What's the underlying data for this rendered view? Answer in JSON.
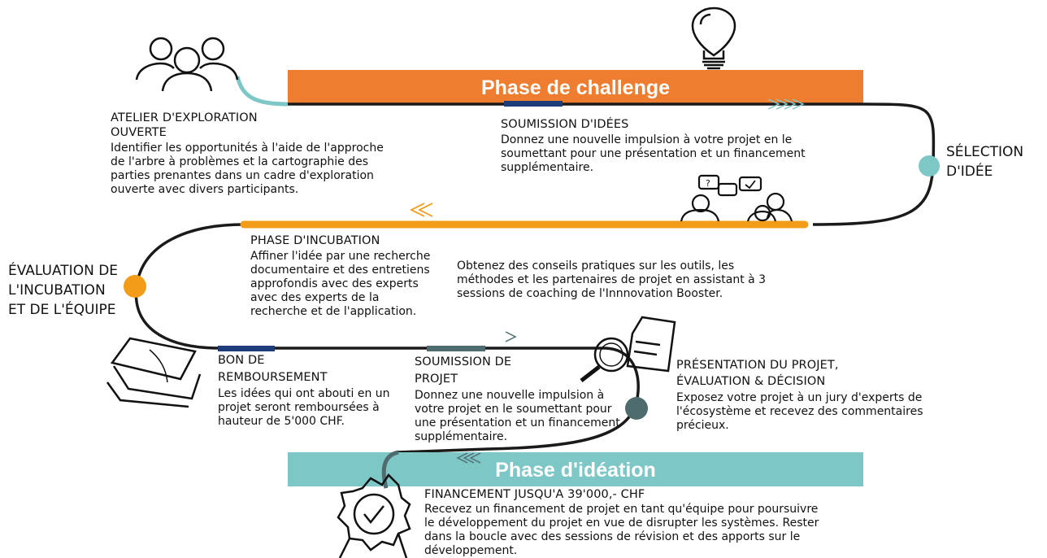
{
  "colors": {
    "orange": "#EE7D30",
    "orange_track": "#F29C1A",
    "teal": "#7EC7C7",
    "navy": "#1F3C7A",
    "slate": "#4E6B6E",
    "path": "#1A1A1A"
  },
  "bands": {
    "challenge": "Phase de challenge",
    "ideation": "Phase d'idéation"
  },
  "steps": {
    "atelier": {
      "title1": "ATELIER D'EXPLORATION",
      "title2": "OUVERTE",
      "body": [
        "Identifier les opportunités à l'aide de l'approche",
        "de l'arbre à problèmes et la cartographie des",
        "parties prenantes dans un cadre d'exploration",
        "ouverte avec divers participants."
      ]
    },
    "soumission_idees": {
      "title": "SOUMISSION D'IDÉES",
      "body": [
        "Donnez une nouvelle impulsion à votre projet en le",
        "soumettant pour une présentation et un financement",
        "supplémentaire."
      ]
    },
    "selection": {
      "line1": "SÉLECTION",
      "line2": "D'IDÉE"
    },
    "incubation": {
      "title": "PHASE D'INCUBATION",
      "body": [
        "Affiner l'idée par une recherche",
        "documentaire et des entretiens",
        "approfondis avec des experts",
        "avec des experts de la",
        "recherche et de l'application."
      ]
    },
    "coaching": {
      "body": [
        "Obtenez des conseils pratiques sur les outils, les",
        "méthodes et les partenaires de projet en assistant à 3",
        "sessions de coaching de l'Innnovation Booster."
      ]
    },
    "evaluation": {
      "line1": "ÉVALUATION DE",
      "line2": "L'INCUBATION",
      "line3": "ET DE L'ÉQUIPE"
    },
    "remboursement": {
      "title1": "BON DE",
      "title2": "REMBOURSEMENT",
      "body": [
        "Les idées qui ont abouti en un",
        "projet seront remboursées à",
        "hauteur de 5'000 CHF."
      ]
    },
    "soumission_projet": {
      "title1": "SOUMISSION DE",
      "title2": "PROJET",
      "body": [
        "Donnez une nouvelle impulsion à",
        "votre projet en le soumettant pour",
        "une présentation et un financement",
        "supplémentaire."
      ]
    },
    "presentation": {
      "title1": "PRÉSENTATION DU PROJET,",
      "title2": "ÉVALUATION & DÉCISION",
      "body": [
        "Exposez votre projet à un jury d'experts de",
        "l'écosystème et recevez des commentaires",
        "précieux."
      ]
    },
    "financement": {
      "title": "FINANCEMENT JUSQU'A 39'000,- CHF",
      "body": [
        "Recevez un financement de projet en tant qu'équipe pour poursuivre",
        "le développement du projet en vue de disrupter les systèmes. Rester",
        "dans la boucle avec des sessions de révision et des apports sur le",
        "développement."
      ]
    }
  },
  "icons": [
    "people-group-icon",
    "lightbulb-icon",
    "discussion-icon",
    "money-bills-icon",
    "document-magnifier-icon",
    "award-ribbon-icon"
  ]
}
